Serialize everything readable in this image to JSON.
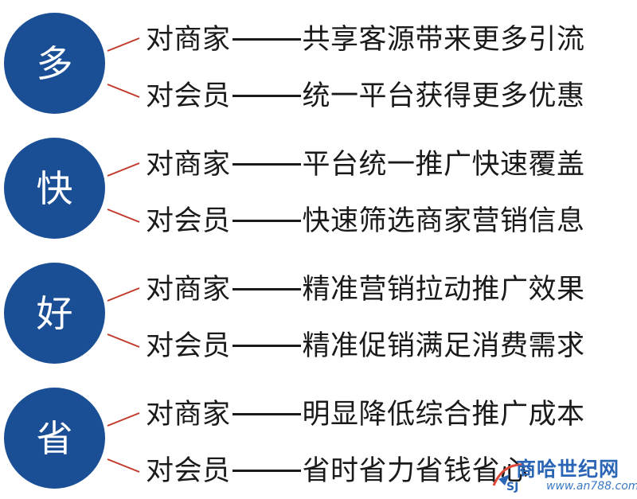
{
  "groups": [
    {
      "badge": "多",
      "rows": [
        {
          "target": "对商家",
          "text": "共享客源带来更多引流"
        },
        {
          "target": "对会员",
          "text": "统一平台获得更多优惠"
        }
      ]
    },
    {
      "badge": "快",
      "rows": [
        {
          "target": "对商家",
          "text": "平台统一推广快速覆盖"
        },
        {
          "target": "对会员",
          "text": "快速筛选商家营销信息"
        }
      ]
    },
    {
      "badge": "好",
      "rows": [
        {
          "target": "对商家",
          "text": "精准营销拉动推广效果"
        },
        {
          "target": "对会员",
          "text": "精准促销满足消费需求"
        }
      ]
    },
    {
      "badge": "省",
      "rows": [
        {
          "target": "对商家",
          "text": "明显降低综合推广成本"
        },
        {
          "target": "对会员",
          "text": "省时省力省钱省心"
        }
      ]
    }
  ],
  "watermark": {
    "title": "商哈世纪网",
    "url": "www.an788.com",
    "logo_text": "SJ"
  },
  "colors": {
    "badge": "#1a4f96",
    "connector": "#c0392b",
    "text": "#1a1a1a"
  }
}
